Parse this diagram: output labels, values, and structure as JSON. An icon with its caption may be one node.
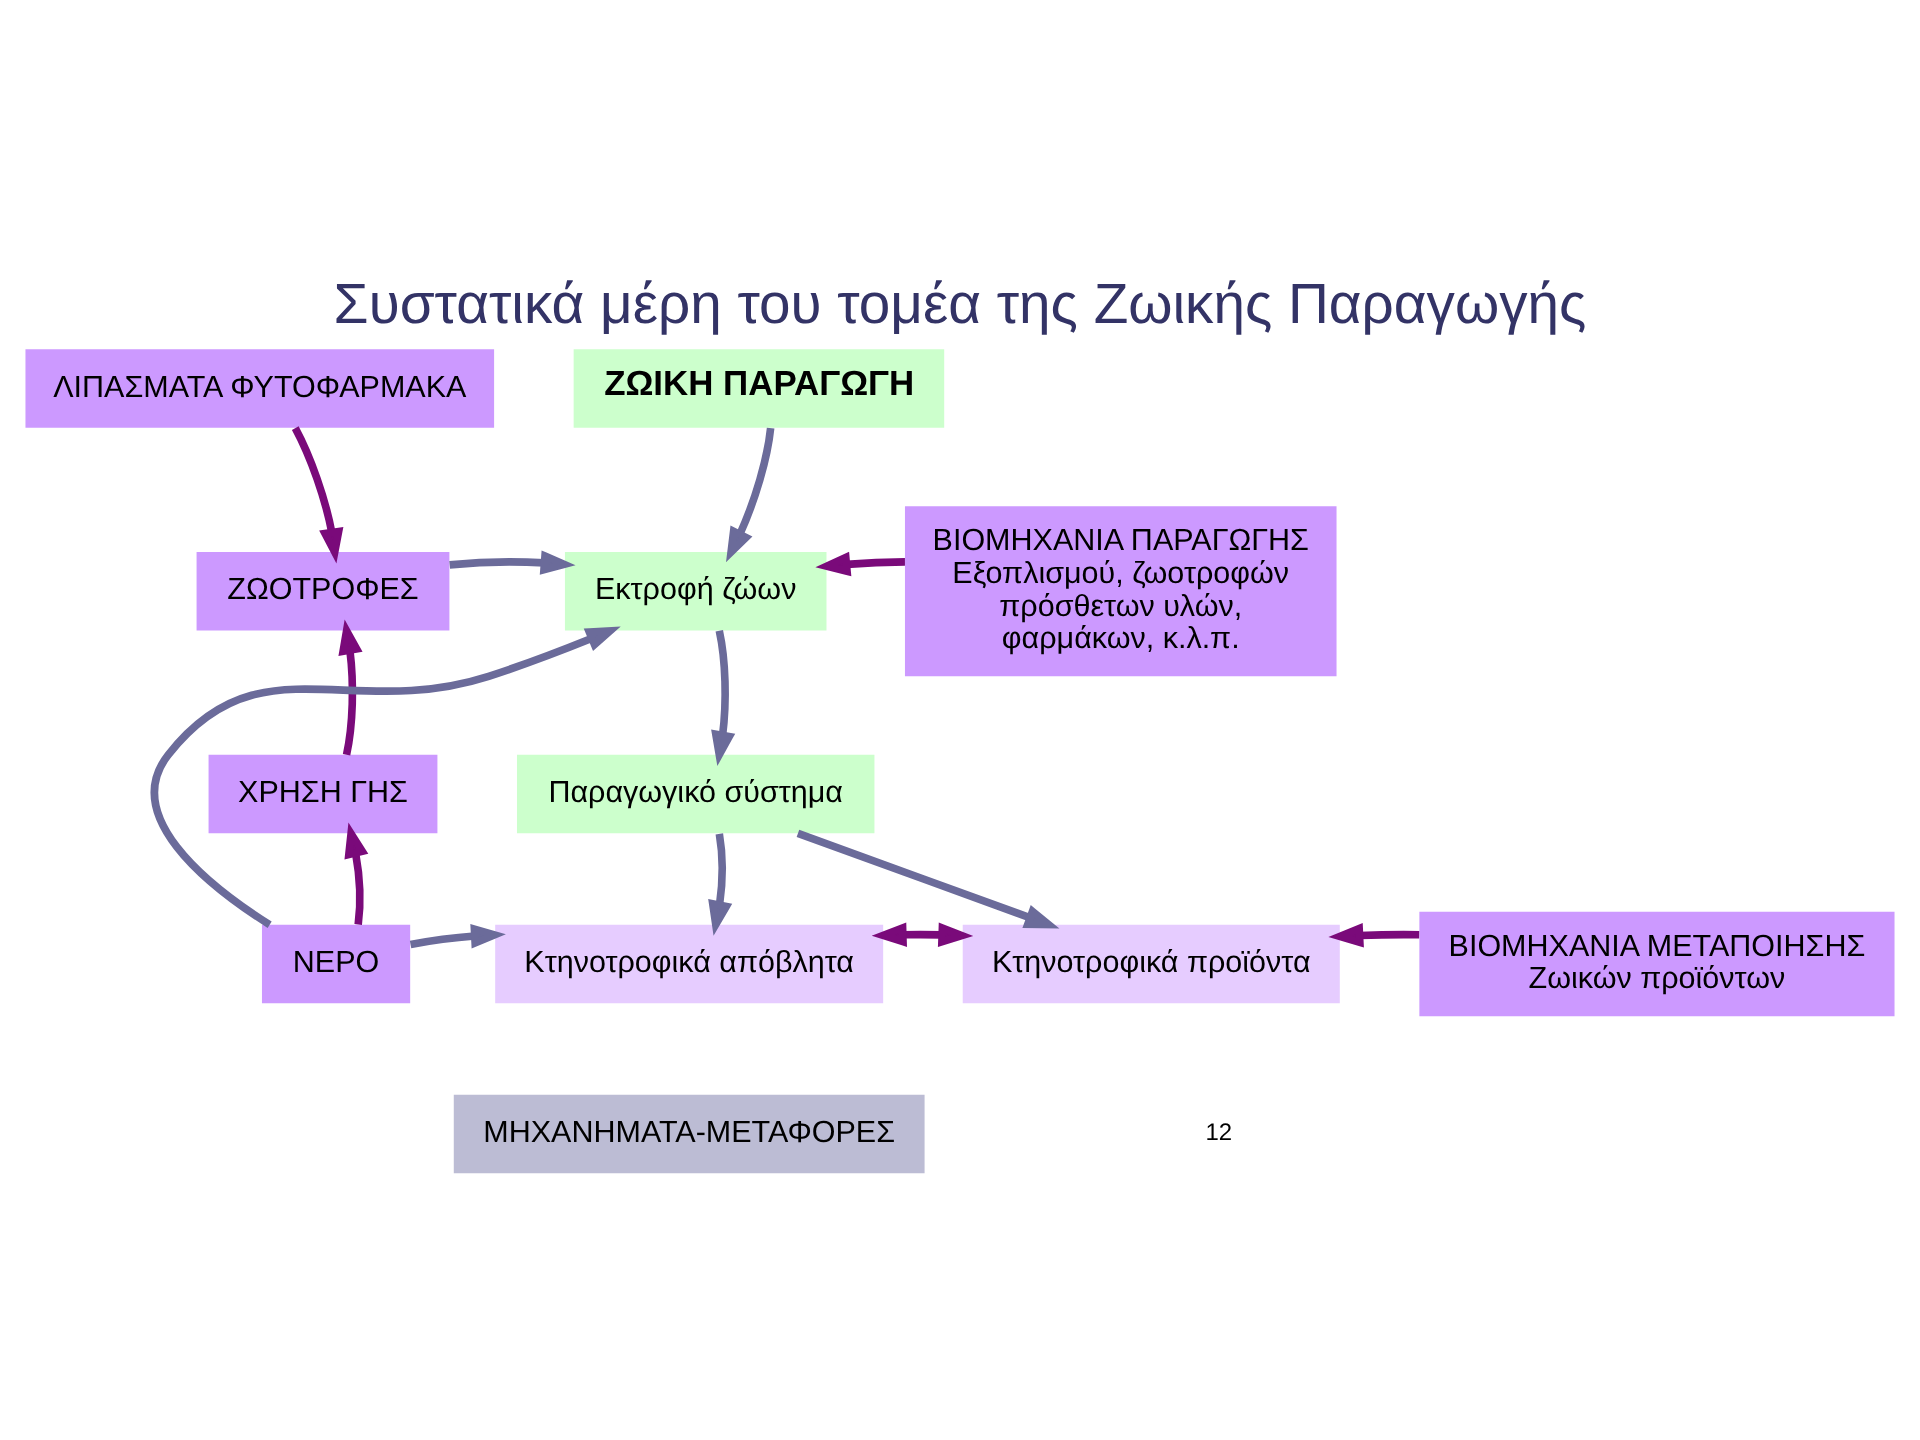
{
  "diagram": {
    "title": "Συστατικά μέρη του τομέα της Ζωικής Παραγωγής",
    "nodes": [
      {
        "text": [
          "ΖΩΙΚΗ ΠΑΡΑΓΩΓΗ"
        ]
      },
      {
        "text": [
          "ΛΙΠΑΣΜΑΤΑ ΦΥΤΟΦΑΡΜΑΚΑ"
        ]
      },
      {
        "text": [
          "ΒΙΟΜΗΧΑΝΙΑ ΠΑΡΑΓΩΓΗΣ Εξοπλισμού, ζωοτροφών πρόσθετων υλών, φαρμάκων, κ.λ.π."
        ]
      },
      {
        "text": [
          "Εκτροφή ζώων"
        ]
      },
      {
        "text": [
          "ΖΩΟΤΡΟΦΕΣ"
        ]
      },
      {
        "text": [
          "ΧΡΗΣΗ ΓΗΣ"
        ]
      },
      {
        "text": [
          "Παραγωγικό σύστημα"
        ]
      },
      {
        "text": [
          "ΝΕΡΟ"
        ]
      },
      {
        "text": [
          "Κτηνοτροφικά απόβλητα"
        ]
      },
      {
        "text": [
          "Κτηνοτροφικά προϊόντα"
        ]
      },
      {
        "text": [
          "ΒΙΟΜΗΧΑΝΙΑ ΜΕΤΑΠΟΙΗΣΗΣ Ζωικών προϊόντων"
        ]
      },
      {
        "text": [
          "ΜΗΧΑΝΗΜΑΤΑ-ΜΕΤΑΦΟΡΕΣ"
        ]
      }
    ],
    "edges": [
      {
        "from": 0,
        "to": 3,
        "arrow": "to"
      },
      {
        "from": 1,
        "to": 4,
        "arrow": "to",
        "color": "#7a0a7a"
      },
      {
        "from": 5,
        "to": 4,
        "arrow": "to",
        "color": "#7a0a7a"
      },
      {
        "from": 7,
        "to": 5,
        "arrow": "to",
        "color": "#7a0a7a"
      },
      {
        "from": 4,
        "to": 3,
        "arrow": "to"
      },
      {
        "from": 7,
        "to": 3,
        "arrow": "to"
      },
      {
        "from": 7,
        "to": 8,
        "arrow": "to"
      },
      {
        "from": 2,
        "to": 3,
        "arrow": "to",
        "color": "#7a0a7a"
      },
      {
        "from": 3,
        "to": 6,
        "arrow": "to"
      },
      {
        "from": 6,
        "to": 8,
        "arrow": "to"
      },
      {
        "from": 6,
        "to": 9,
        "arrow": "to"
      },
      {
        "from": 10,
        "to": 9,
        "arrow": "to",
        "color": "#7a0a7a"
      },
      {
        "from": 8,
        "to": 9,
        "arrow": "both",
        "color": "#7a0a7a"
      }
    ],
    "labels": [
      "12"
    ]
  }
}
